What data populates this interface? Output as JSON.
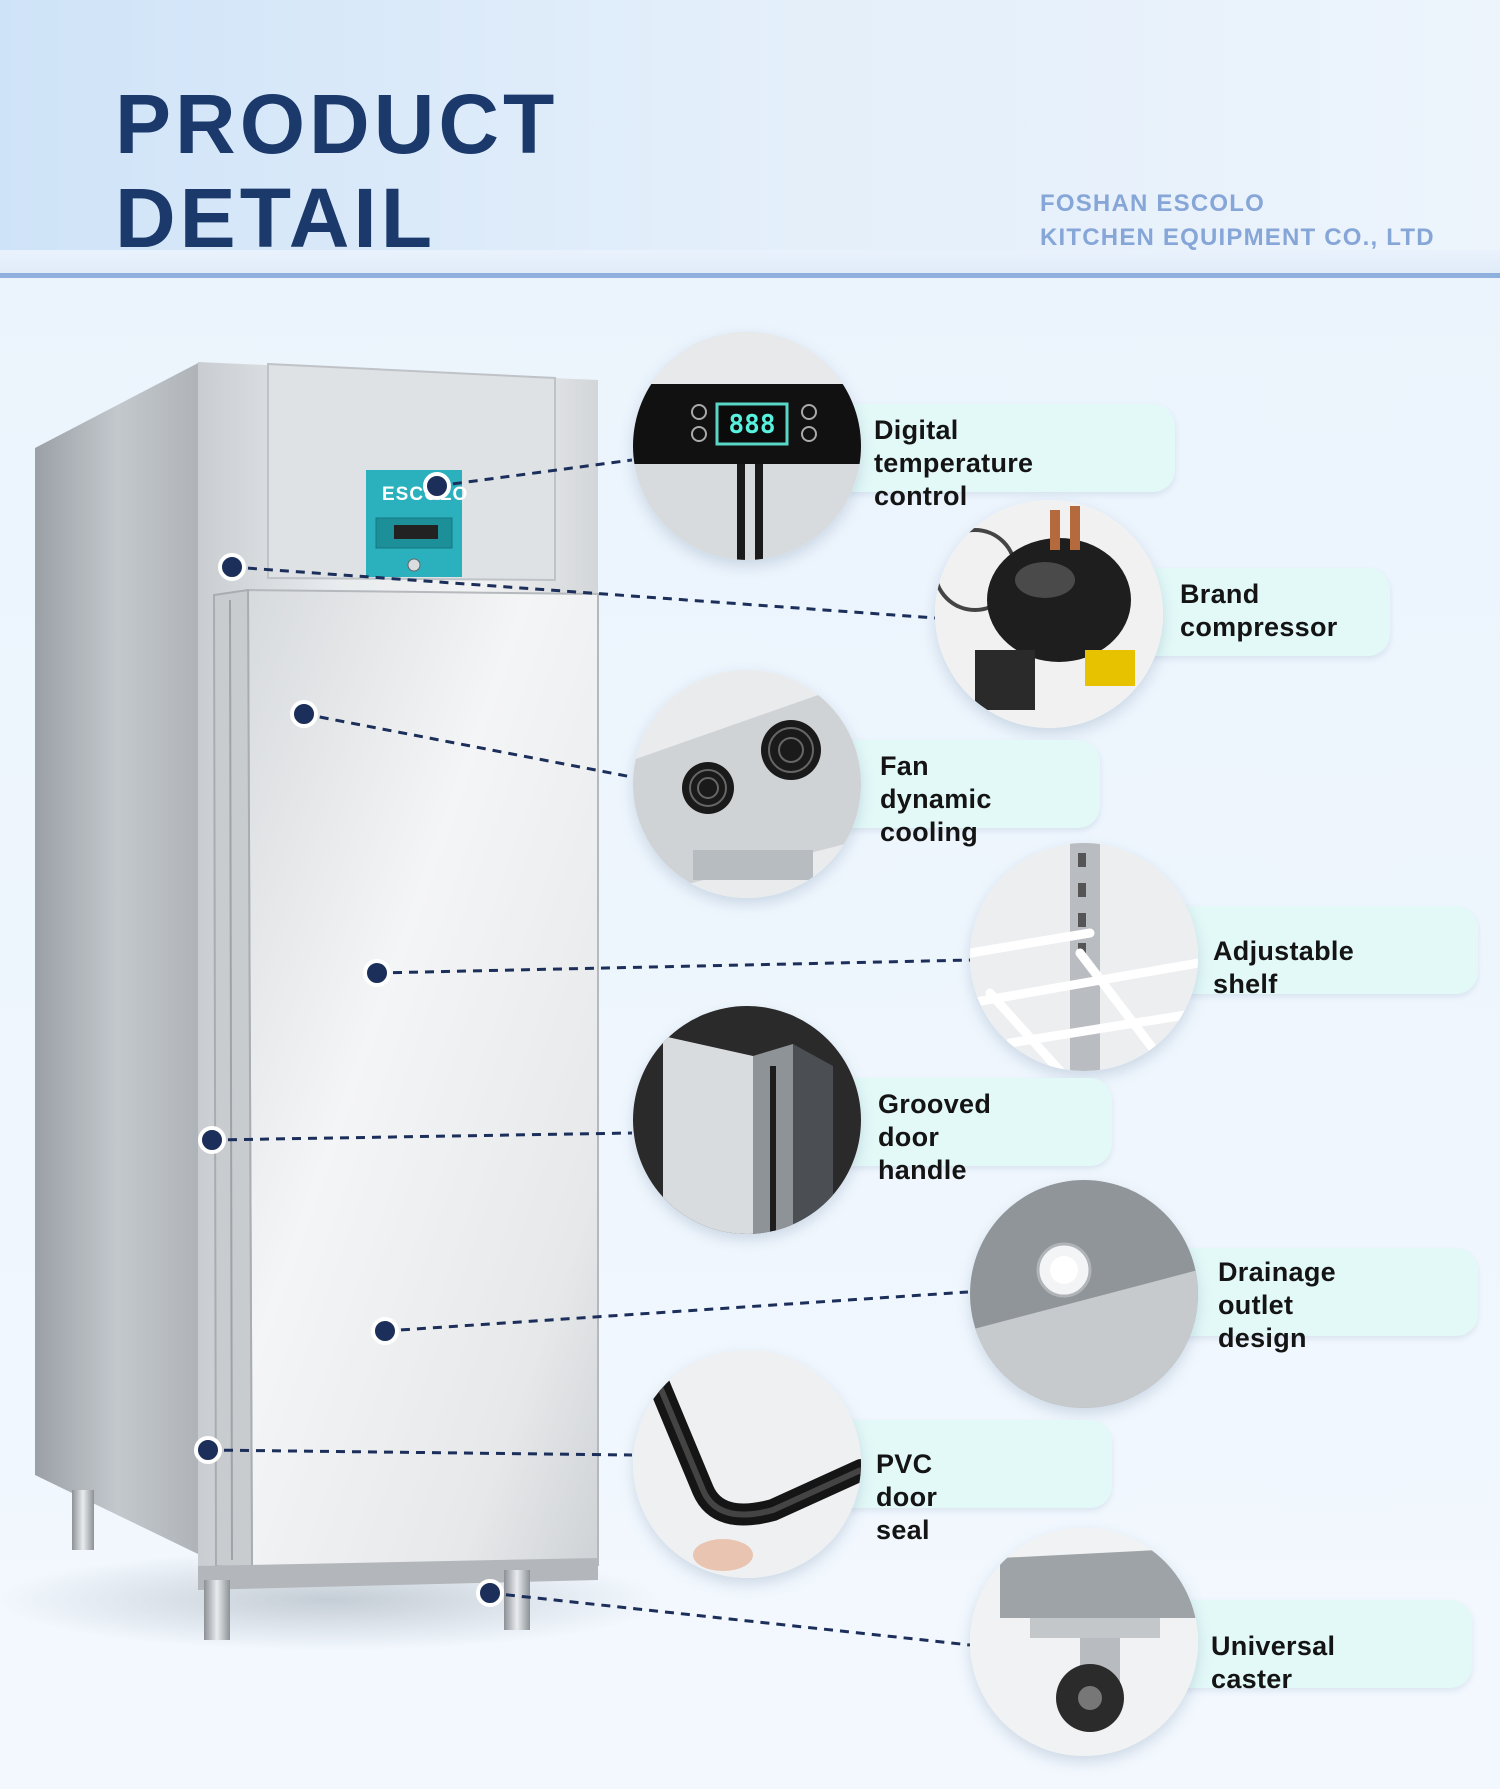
{
  "header": {
    "title_line1": "PRODUCT",
    "title_line2": "DETAIL",
    "company_line1": "FOSHAN ESCOLO",
    "company_line2": "KITCHEN EQUIPMENT CO., LTD"
  },
  "fridge": {
    "brand_label": "ESCOLO"
  },
  "features": [
    {
      "id": "digital-temperature-control",
      "label": "Digital temperature\ncontrol",
      "icon": "temperature-display-icon"
    },
    {
      "id": "brand-compressor",
      "label": "Brand\ncompressor",
      "icon": "compressor-icon"
    },
    {
      "id": "fan-dynamic-cooling",
      "label": "Fan dynamic\ncooling",
      "icon": "fan-icon"
    },
    {
      "id": "adjustable-shelf",
      "label": "Adjustable shelf",
      "icon": "shelf-icon"
    },
    {
      "id": "grooved-door-handle",
      "label": "Grooved door\nhandle",
      "icon": "door-handle-icon"
    },
    {
      "id": "drainage-outlet-design",
      "label": "Drainage outlet\ndesign",
      "icon": "drain-icon"
    },
    {
      "id": "pvc-door-seal",
      "label": "PVC door seal",
      "icon": "door-seal-icon"
    },
    {
      "id": "universal-caster",
      "label": "Universal caster",
      "icon": "caster-wheel-icon"
    }
  ],
  "colors": {
    "title": "#1b3a6b",
    "company": "#86a6d8",
    "connector": "#1c2f5a",
    "pill": "#e3f9f8",
    "control_panel": "#2ab1bd"
  }
}
